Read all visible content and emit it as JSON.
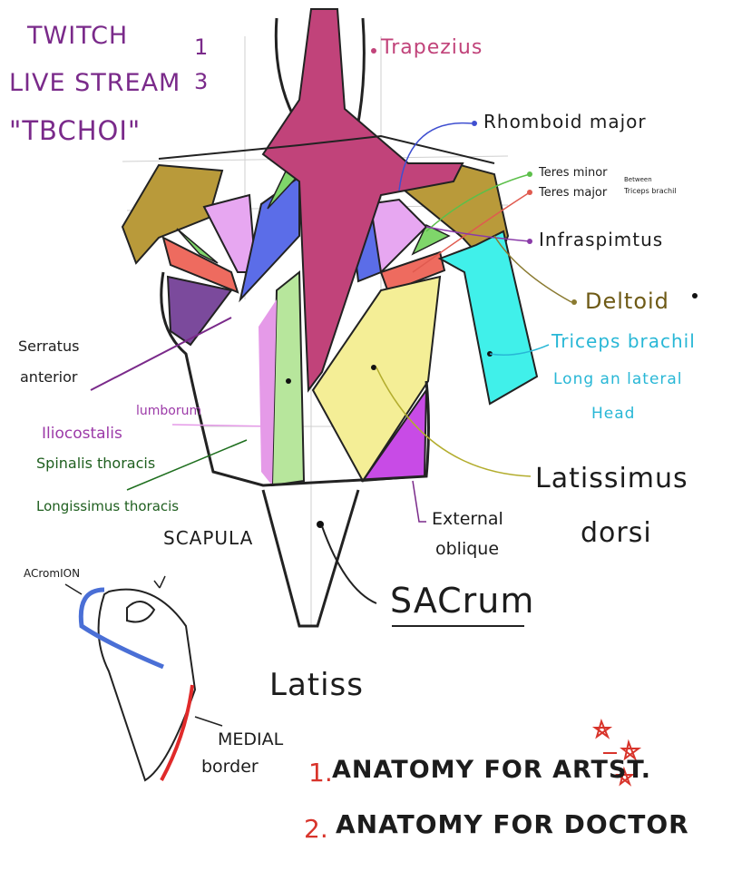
{
  "header": {
    "line1": "TWITCH",
    "line2": "LIVE STREAM",
    "line3": "\"TBCHOI\"",
    "page_top": "1",
    "page_bottom": "3"
  },
  "labels": {
    "trapezius": "Trapezius",
    "rhomboid_major": "Rhomboid major",
    "teres_minor": "Teres minor",
    "teres_major": "Teres major",
    "between": "Between",
    "triceps_brachii_small": "Triceps brachil",
    "infraspinatus": "Infraspimtus",
    "deltoid": "Deltoid",
    "triceps_line1": "Triceps brachil",
    "triceps_line2": "Long an lateral",
    "triceps_line3": "Head",
    "serratus_line1": "Serratus",
    "serratus_line2": "anterior",
    "lumborum": "lumborum",
    "iliocostalis": "Iliocostalis",
    "spinalis": "Spinalis thoracis",
    "longissimus": "Longissimus thoracis",
    "latissimus_line1": "Latissimus",
    "latissimus_line2": "dorsi",
    "external_line1": "External",
    "external_line2": "oblique",
    "sacrum": "SACrum",
    "scapula": "SCAPULA",
    "acromion": "ACromION",
    "latiss": "Latiss",
    "medial_line1": "MEDIAL",
    "medial_line2": "border"
  },
  "notes": {
    "item1_num": "1.",
    "item1_text": "ANATOMY FOR ARTST.",
    "item2_num": "2.",
    "item2_text": "ANATOMY FOR DOCTOR"
  },
  "colors": {
    "trapezius": "#c1437a",
    "deltoid": "#b99a3a",
    "rhomboid": "#5b6de8",
    "teres_minor": "#7fd66a",
    "teres_major": "#ee6b5f",
    "infraspinatus": "#e7a7f1",
    "triceps": "#40f0ea",
    "latissimus": "#f4ee96",
    "external_oblique": "#c84be6",
    "serratus": "#7b4a9c",
    "spinalis": "#b7e69c",
    "iliocostalis": "#e59ae8",
    "scapula_blue": "#4a6fd6",
    "scapula_red": "#e02a2a",
    "header_purple": "#7a2a8a",
    "star_red": "#d8342b"
  }
}
